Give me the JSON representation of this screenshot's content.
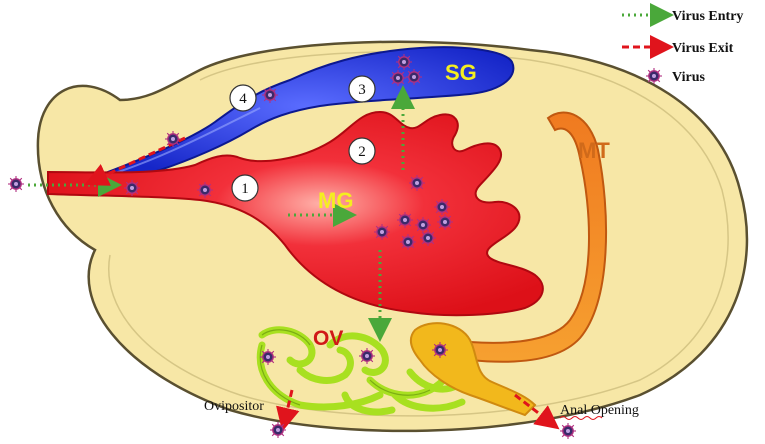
{
  "legend": {
    "entry_label": "Virus  Entry",
    "exit_label": "Virus  Exit",
    "virus_label": "Virus"
  },
  "organs": {
    "sg": "SG",
    "mg": "MG",
    "mt": "MT",
    "ov": "OV"
  },
  "steps": [
    "1",
    "2",
    "3",
    "4"
  ],
  "annotations": {
    "ovipositor": "Ovipositor",
    "anal_opening": "Anal Opening"
  },
  "colors": {
    "body_fill": "#f7e7a6",
    "body_stroke": "#5a5030",
    "midgut": "#e8141c",
    "salivary_gland": "#1f2fd6",
    "malpighian_tubule": "#f08a24",
    "ovary": "#a8e020",
    "entry_arrow": "#4aa83a",
    "exit_arrow": "#e0141c",
    "sg_label": "#f4ee20",
    "mg_label": "#f4ee20",
    "mt_label": "#d06a1a",
    "ov_label": "#d01818"
  }
}
